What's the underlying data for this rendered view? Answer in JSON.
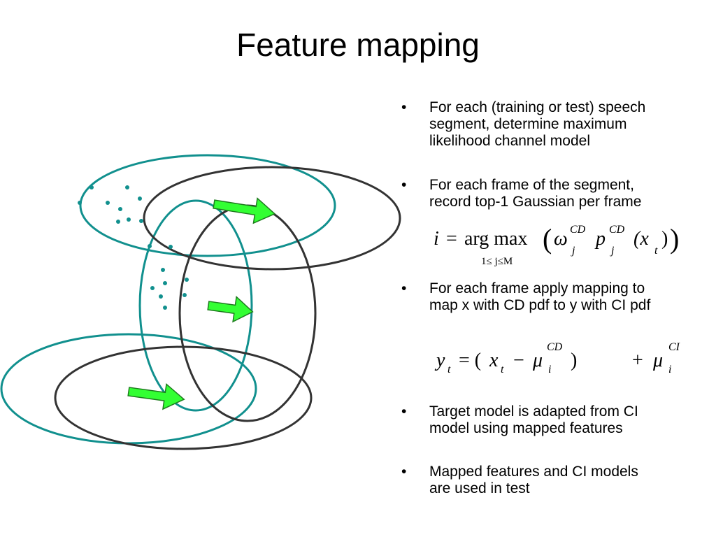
{
  "slide": {
    "title": "Feature mapping"
  },
  "bullets": [
    {
      "marker": "•",
      "text_lines": [
        "For each (training or test) speech",
        "segment, determine maximum",
        "likelihood channel model"
      ]
    },
    {
      "marker": "•",
      "text_lines": [
        "For each frame of the segment,",
        "record top-1 Gaussian per frame"
      ]
    },
    {
      "marker": "•",
      "text_lines": [
        "For each frame apply mapping to",
        "map x with CD pdf to y with CI pdf"
      ]
    },
    {
      "marker": "•",
      "text_lines": [
        "Target model is adapted from CI",
        "model using mapped features"
      ]
    },
    {
      "marker": "•",
      "text_lines": [
        "Mapped features and CI models",
        "are used in test"
      ]
    }
  ],
  "equations": {
    "argmax": {
      "lhs": "i",
      "eq": "=",
      "op": "arg max",
      "limits": "1≤ j≤M",
      "lparen": "(",
      "omega": "ω",
      "omega_sup": "CD",
      "omega_sub": "j",
      "p": "p",
      "p_sup": "CD",
      "p_sub": "j",
      "arg": "(x",
      "arg_sub": "t",
      "arg_close": ")",
      "rparen": ")"
    },
    "mapping": {
      "y": "y",
      "y_sub": "t",
      "eq": "= (",
      "x": "x",
      "x_sub": "t",
      "minus": "−",
      "mu1": "μ",
      "mu1_sup": "CD",
      "mu1_sub": "i",
      "close": ")",
      "plus": "+",
      "mu2": "μ",
      "mu2_sup": "CI",
      "mu2_sub": "i"
    }
  },
  "diagram": {
    "colors": {
      "teal": "#11908e",
      "dark": "#333333",
      "arrow_fill": "#33ff33",
      "arrow_stroke": "#1e7a1e"
    }
  }
}
